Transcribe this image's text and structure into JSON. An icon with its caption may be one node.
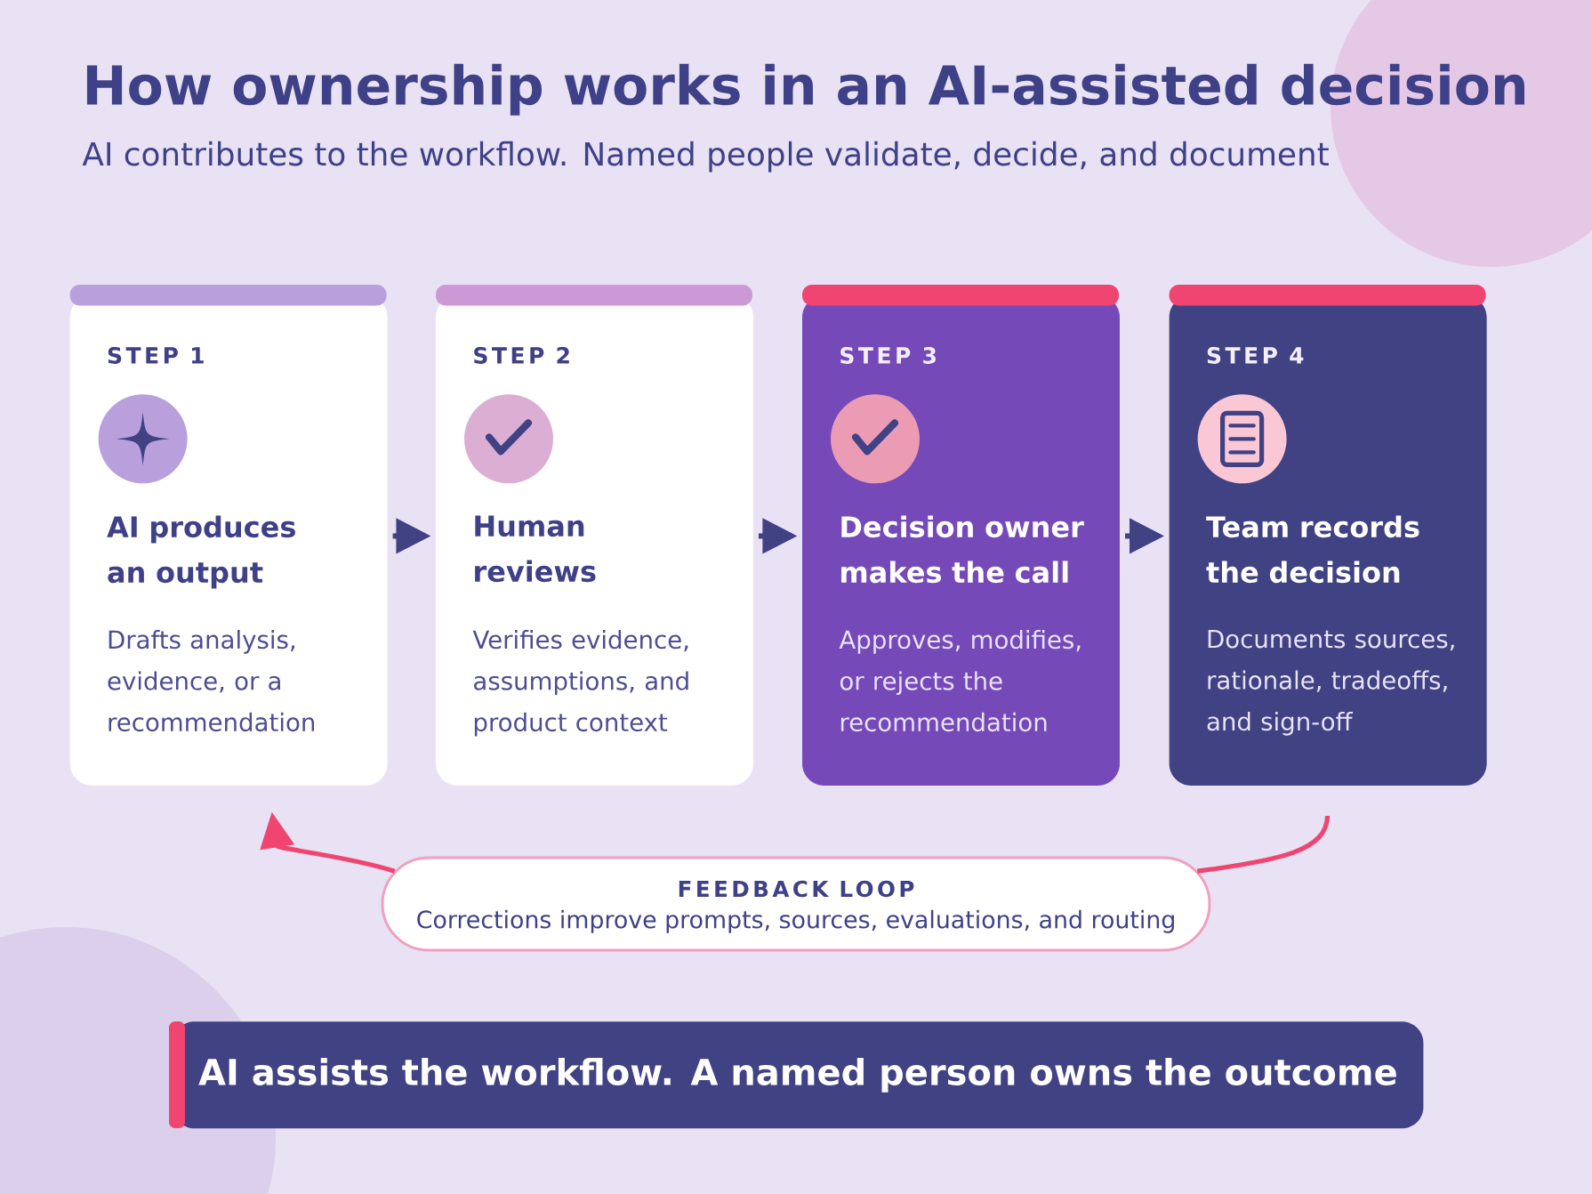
{
  "diagram": {
    "title": "How ownership works in an AI-assisted decision",
    "nodes": [
      {
        "text": [
          "STEP 1",
          "AI produces an output",
          "Drafts analysis, evidence, or a recommendation"
        ]
      },
      {
        "text": [
          "STEP 2",
          "Human reviews",
          "Verifies evidence, assumptions, and product context"
        ]
      },
      {
        "text": [
          "STEP 3",
          "Decision owner makes the call",
          "Approves, modifies, or rejects the recommendation"
        ]
      },
      {
        "text": [
          "STEP 4",
          "Team records the decision",
          "Documents sources, rationale, tradeoffs, and sign-off"
        ]
      },
      {
        "text": [
          "FEEDBACK LOOP",
          "Corrections improve prompts, sources, evaluations, and routing"
        ]
      },
      {
        "text": [
          "AI assists the workflow. A named person owns the outcome"
        ]
      }
    ],
    "edges": [
      {
        "from": 0,
        "to": 1,
        "arrow": "to"
      },
      {
        "from": 1,
        "to": 2,
        "arrow": "to"
      },
      {
        "from": 2,
        "to": 3,
        "arrow": "to"
      },
      {
        "from": 3,
        "to": 4,
        "arrow": "none",
        "color": "#ef4570"
      },
      {
        "from": 4,
        "to": 0,
        "arrow": "to",
        "color": "#ef4570"
      }
    ],
    "labels": [
      "AI contributes to the workflow. Named people validate, decide, and document"
    ]
  }
}
